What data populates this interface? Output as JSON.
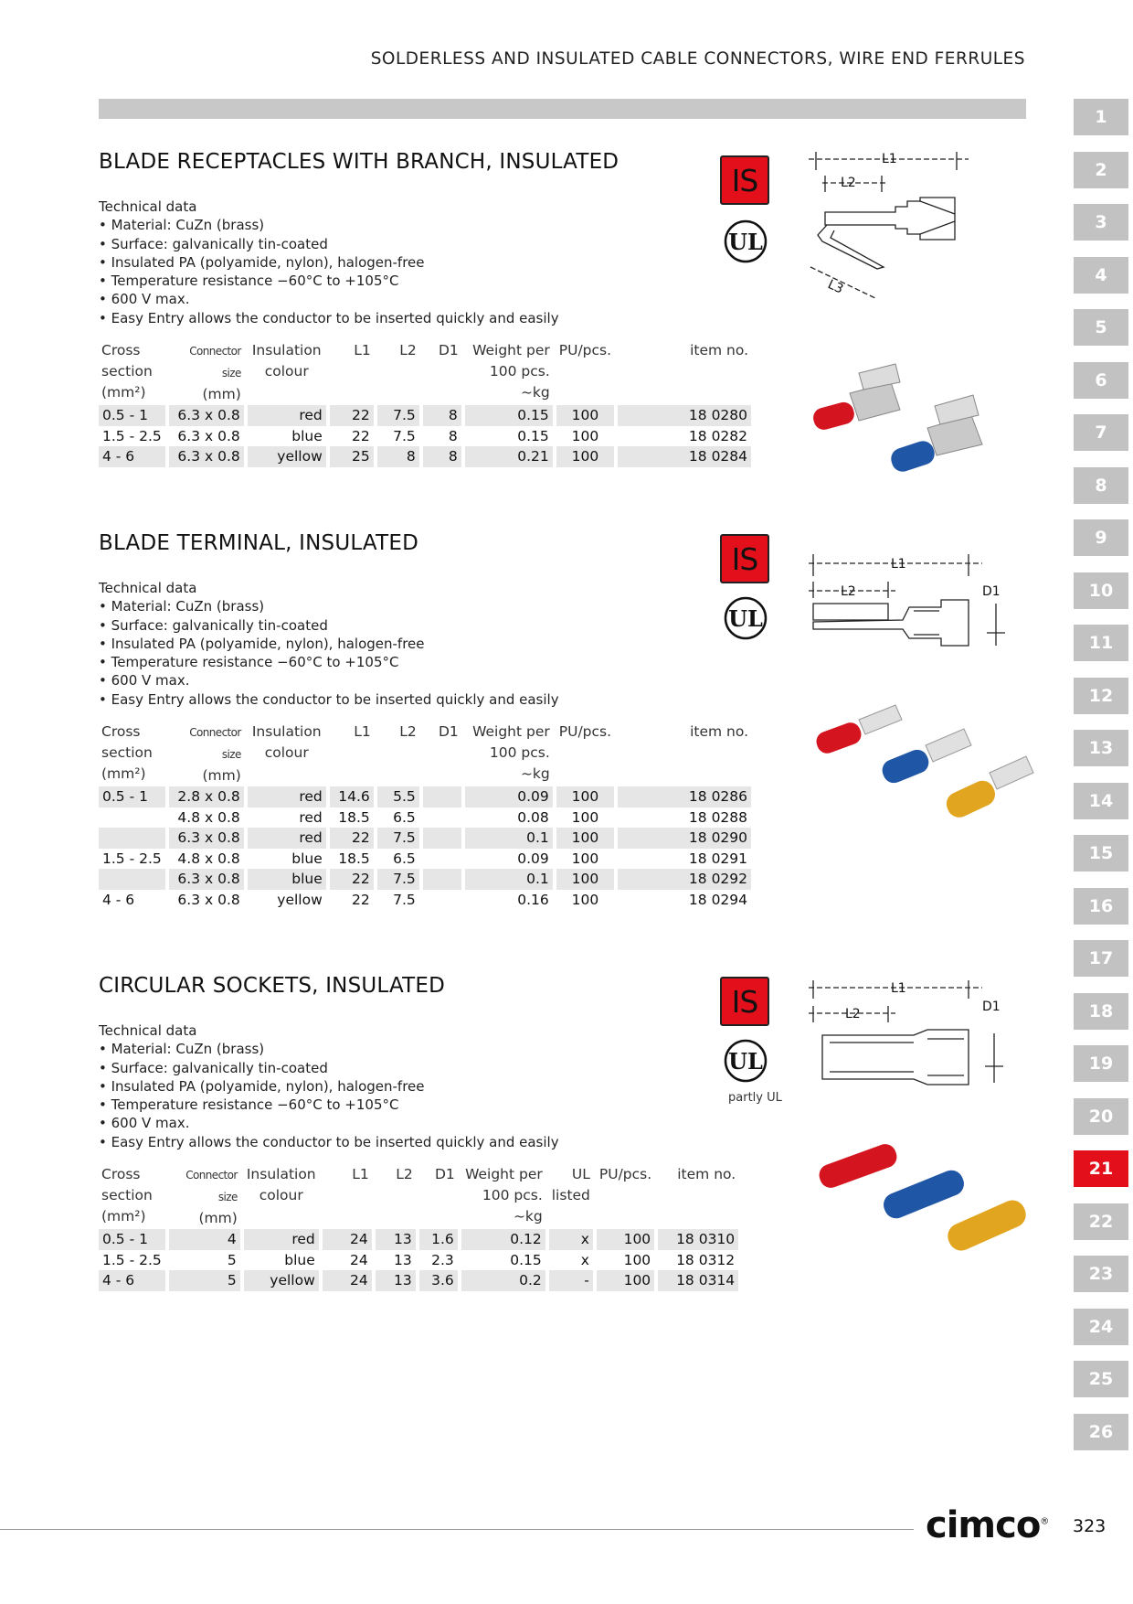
{
  "header": {
    "title": "SOLDERLESS AND INSULATED CABLE CONNECTORS, WIRE END FERRULES"
  },
  "tabs": [
    "1",
    "2",
    "3",
    "4",
    "5",
    "6",
    "7",
    "8",
    "9",
    "10",
    "11",
    "12",
    "13",
    "14",
    "15",
    "16",
    "17",
    "18",
    "19",
    "20",
    "21",
    "22",
    "23",
    "24",
    "25",
    "26"
  ],
  "active_tab": "21",
  "badge_is": "IS",
  "badge_ul": "UL",
  "sections": [
    {
      "title": "BLADE RECEPTACLES WITH BRANCH, INSULATED",
      "tech_heading": "Technical data",
      "tech": [
        "• Material: CuZn (brass)",
        "• Surface: galvanically tin-coated",
        "• Insulated PA (polyamide, nylon), halogen-free",
        "• Temperature resistance −60°C to +105°C",
        "• 600 V max.",
        "• Easy Entry allows the conductor to be inserted quickly and easily"
      ],
      "headers": [
        "Cross section (mm²)",
        "Connector size (mm)",
        "Insulation colour",
        "L1",
        "L2",
        "D1",
        "Weight per 100 pcs. ~kg",
        "PU/pcs.",
        "item no."
      ],
      "rows": [
        [
          "0.5 - 1",
          "6.3 x 0.8",
          "red",
          "22",
          "7.5",
          "8",
          "0.15",
          "100",
          "18 0280"
        ],
        [
          "1.5 - 2.5",
          "6.3 x 0.8",
          "blue",
          "22",
          "7.5",
          "8",
          "0.15",
          "100",
          "18 0282"
        ],
        [
          "4 - 6",
          "6.3 x 0.8",
          "yellow",
          "25",
          "8",
          "8",
          "0.21",
          "100",
          "18 0284"
        ]
      ],
      "drawing_labels": {
        "l1": "L1",
        "l2": "L2",
        "l3": "L3"
      }
    },
    {
      "title": "BLADE TERMINAL, INSULATED",
      "tech_heading": "Technical data",
      "tech": [
        "• Material: CuZn (brass)",
        "• Surface: galvanically tin-coated",
        "• Insulated PA (polyamide, nylon), halogen-free",
        "• Temperature resistance −60°C to +105°C",
        "• 600 V max.",
        "• Easy Entry allows the conductor to be inserted quickly and easily"
      ],
      "rows": [
        [
          "0.5 - 1",
          "2.8 x 0.8",
          "red",
          "14.6",
          "5.5",
          "",
          "0.09",
          "100",
          "18 0286"
        ],
        [
          "",
          "4.8 x 0.8",
          "red",
          "18.5",
          "6.5",
          "",
          "0.08",
          "100",
          "18 0288"
        ],
        [
          "",
          "6.3 x 0.8",
          "red",
          "22",
          "7.5",
          "",
          "0.1",
          "100",
          "18 0290"
        ],
        [
          "1.5 - 2.5",
          "4.8 x 0.8",
          "blue",
          "18.5",
          "6.5",
          "",
          "0.09",
          "100",
          "18 0291"
        ],
        [
          "",
          "6.3 x 0.8",
          "blue",
          "22",
          "7.5",
          "",
          "0.1",
          "100",
          "18 0292"
        ],
        [
          "4 - 6",
          "6.3 x 0.8",
          "yellow",
          "22",
          "7.5",
          "",
          "0.16",
          "100",
          "18 0294"
        ]
      ],
      "drawing_labels": {
        "l1": "L1",
        "l2": "L2",
        "d1": "D1"
      }
    },
    {
      "title": "CIRCULAR SOCKETS, INSULATED",
      "tech_heading": "Technical data",
      "tech": [
        "• Material: CuZn (brass)",
        "• Surface: galvanically tin-coated",
        "• Insulated PA (polyamide, nylon), halogen-free",
        "• Temperature resistance −60°C to +105°C",
        "• 600 V max.",
        "• Easy Entry allows the conductor to be inserted quickly and easily"
      ],
      "headers": [
        "Cross section (mm²)",
        "Connector size (mm)",
        "Insulation colour",
        "L1",
        "L2",
        "D1",
        "Weight per 100 pcs. ~kg",
        "UL listed",
        "PU/pcs.",
        "item no."
      ],
      "rows": [
        [
          "0.5 - 1",
          "4",
          "red",
          "24",
          "13",
          "1.6",
          "0.12",
          "x",
          "100",
          "18 0310"
        ],
        [
          "1.5 - 2.5",
          "5",
          "blue",
          "24",
          "13",
          "2.3",
          "0.15",
          "x",
          "100",
          "18 0312"
        ],
        [
          "4 - 6",
          "5",
          "yellow",
          "24",
          "13",
          "3.6",
          "0.2",
          "-",
          "100",
          "18 0314"
        ]
      ],
      "partly_ul": "partly UL",
      "drawing_labels": {
        "l1": "L1",
        "l2": "L2",
        "d1": "D1"
      }
    }
  ],
  "table_headers": {
    "cross": "Cross",
    "section": "section",
    "mm2": "(mm²)",
    "connector_size": "Connector size",
    "mm": "(mm)",
    "insulation": "Insulation",
    "colour": "colour",
    "l1": "L1",
    "l2": "L2",
    "d1": "D1",
    "weight_per": "Weight per",
    "per_100": "100 pcs. ~kg",
    "ul": "UL",
    "listed": "listed",
    "pu": "PU/pcs.",
    "item_no": "item no."
  },
  "colors": {
    "accent": "#e3101b",
    "tab_grey": "#c2c2c2",
    "row_shade": "#e6e6e6"
  },
  "footer": {
    "logo": "cimco",
    "registered": "®",
    "page_number": "323"
  }
}
